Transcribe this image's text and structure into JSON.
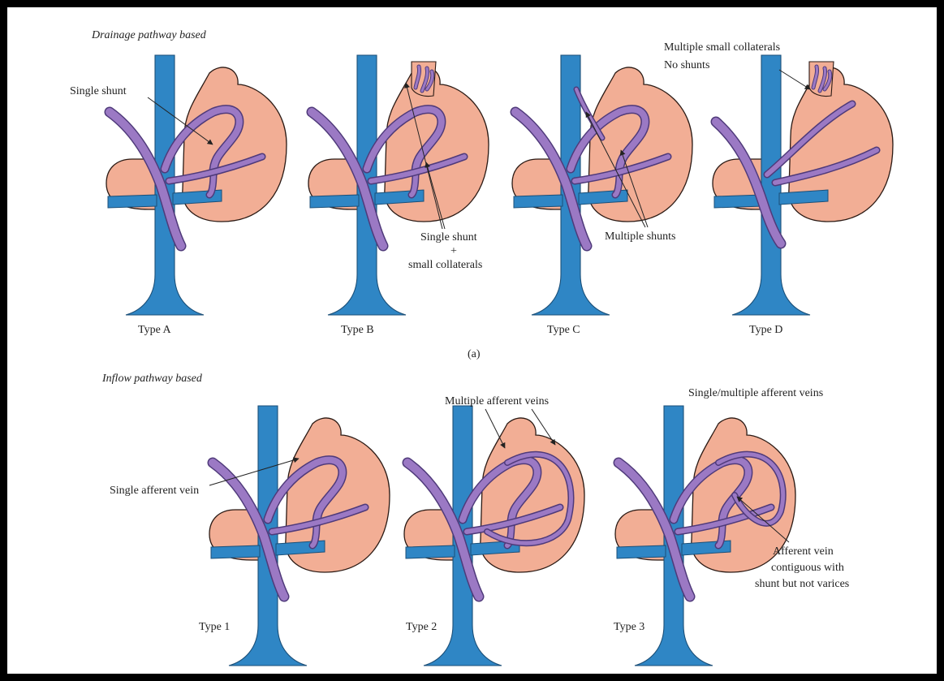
{
  "colors": {
    "vein": "#2f86c5",
    "varix": "#9b79c4",
    "varix_stroke": "#4f3a7a",
    "stomach": "#f2ae95",
    "stomach_stroke": "#2b1a14",
    "frame": "#000000",
    "background": "#ffffff"
  },
  "section_a": {
    "heading": "Drainage pathway based",
    "panel_label": "(a)",
    "panels": [
      {
        "type_label": "Type A",
        "annotation_lines": [
          "Single shunt"
        ]
      },
      {
        "type_label": "Type B",
        "annotation_lines": [
          "Single shunt",
          "+",
          "small collaterals"
        ]
      },
      {
        "type_label": "Type C",
        "annotation_lines": [
          "Multiple shunts"
        ]
      },
      {
        "type_label": "Type D",
        "annotation_lines": [
          "Multiple small collaterals",
          "No shunts"
        ]
      }
    ]
  },
  "section_b": {
    "heading": "Inflow pathway based",
    "panels": [
      {
        "type_label": "Type 1",
        "annotation_lines": [
          "Single afferent vein"
        ]
      },
      {
        "type_label": "Type 2",
        "annotation_lines": [
          "Multiple afferent veins"
        ]
      },
      {
        "type_label": "Type 3",
        "annotation_lines": [
          "Single/multiple afferent veins"
        ],
        "note_lines": [
          "Afferent vein",
          "contiguous with",
          "shunt but not varices"
        ]
      }
    ]
  }
}
